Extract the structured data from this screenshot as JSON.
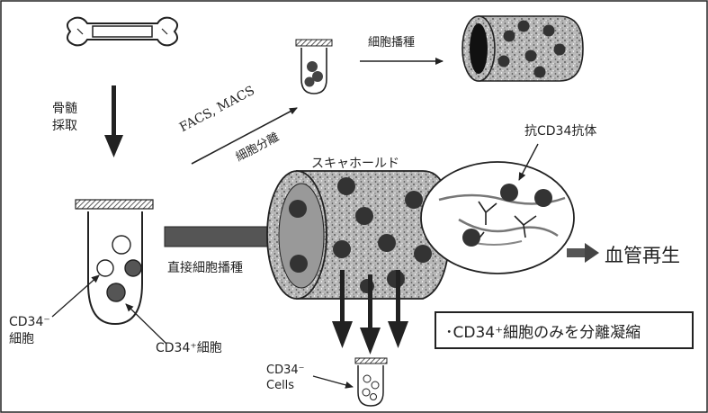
{
  "labels": {
    "bone_harvest_line1": "骨髄",
    "bone_harvest_line2": "採取",
    "facs_macs": "FACS, MACS",
    "cell_separation": "細胞分離",
    "cell_seeding_top": "細胞播種",
    "scaffold": "スキャホールド",
    "anti_cd34": "抗CD34抗体",
    "direct_seeding": "直接細胞播種",
    "cd34_neg_line1": "CD34⁻",
    "cd34_neg_line2": "細胞",
    "cd34_pos": "CD34⁺細胞",
    "revascularization": "血管再生",
    "result_box": "･CD34⁺細胞のみを分離凝縮",
    "bottom_cd34": "CD34⁻",
    "bottom_cells": "Cells"
  }
}
